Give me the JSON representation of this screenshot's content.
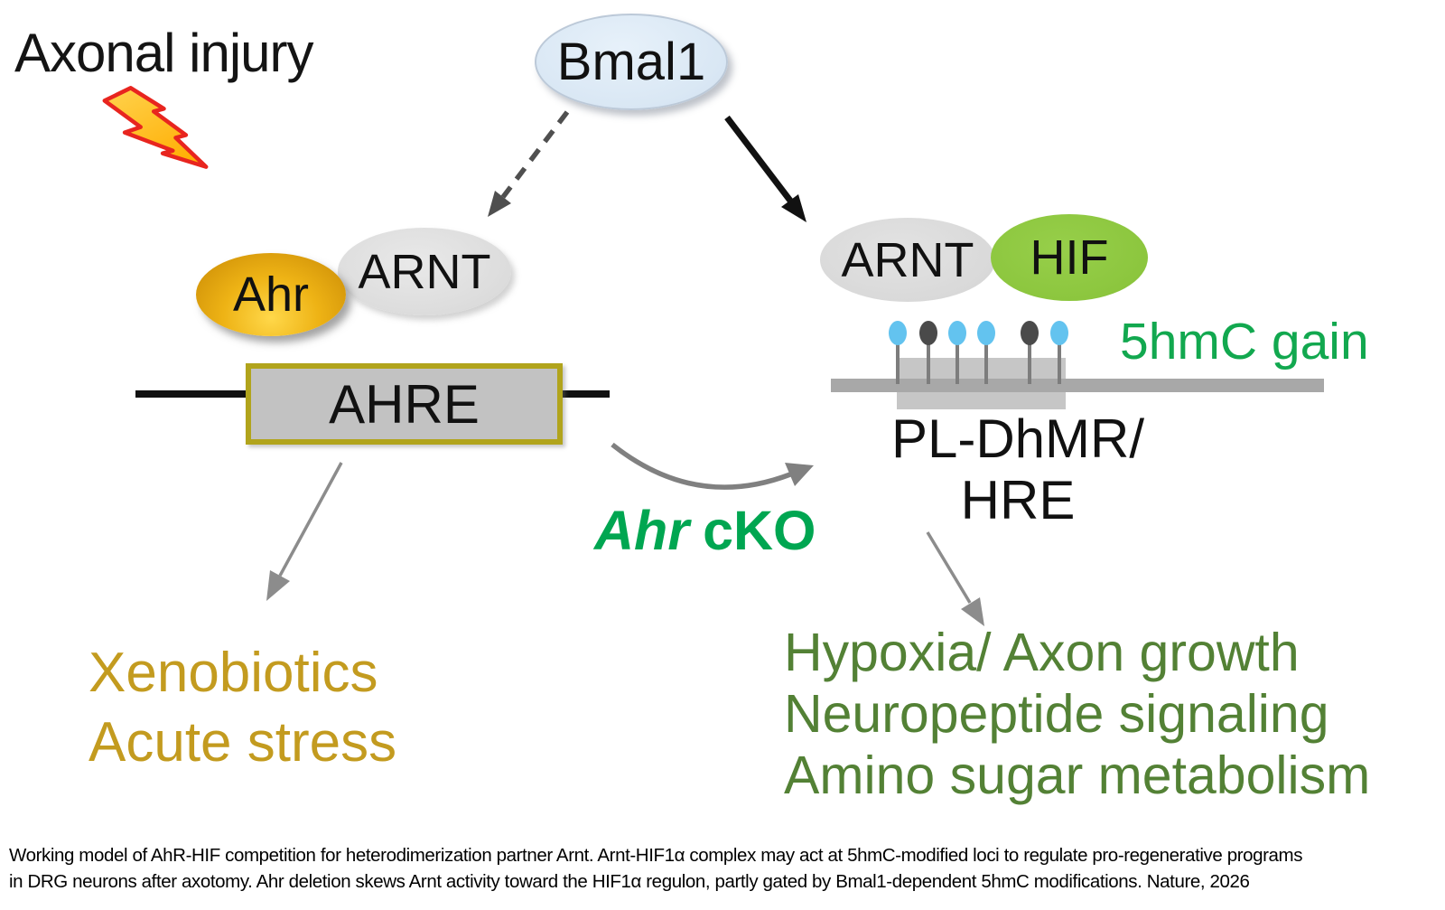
{
  "diagram": {
    "axonal_injury": "Axonal injury",
    "bmal1": "Bmal1",
    "ahr": "Ahr",
    "arnt_left": "ARNT",
    "ahre": "AHRE",
    "xenobiotics": "Xenobiotics",
    "acute_stress": "Acute stress",
    "ahr_cko": {
      "gene": "Ahr",
      "suffix": "cKO"
    },
    "arnt_right": "ARNT",
    "hif": "HIF",
    "hmc_gain": "5hmC gain",
    "locus_line1": "PL-DhMR/",
    "locus_line2": "HRE",
    "outcomes": [
      "Hypoxia/ Axon growth",
      "Neuropeptide signaling",
      "Amino sugar metabolism"
    ],
    "lollipops": [
      "#63c3ef",
      "#4a4a4a",
      "#63c3ef",
      "#63c3ef",
      "#4a4a4a",
      "#63c3ef"
    ]
  },
  "colors": {
    "bmal1_fill": "#d9e7f4",
    "ahr_fill": "#eeb315",
    "arnt_fill": "#dcdcdc",
    "hif_fill": "#8cc63e",
    "ahre_fill": "#c2c2c2",
    "ahre_border": "#b1a41c",
    "gold_text": "#c39b1f",
    "bright_green": "#00a651",
    "hmc_green": "#12a84f",
    "outcome_green": "#538135",
    "dna_gray": "#a8a8a8",
    "locus_gray": "#c6c6c6",
    "mark_blue": "#63c3ef",
    "mark_dark": "#4a4a4a",
    "bolt_fill": "#ffc32a",
    "bolt_stroke": "#e8251f"
  },
  "caption": {
    "line1": "Working model of AhR-HIF competition for heterodimerization partner Arnt. Arnt-HIF1α complex may act at 5hmC-modified loci to regulate pro-regenerative programs",
    "line2": "in DRG neurons after axotomy. Ahr deletion skews Arnt activity toward the HIF1α regulon, partly gated by Bmal1-dependent 5hmC modifications. Nature, 2026"
  }
}
